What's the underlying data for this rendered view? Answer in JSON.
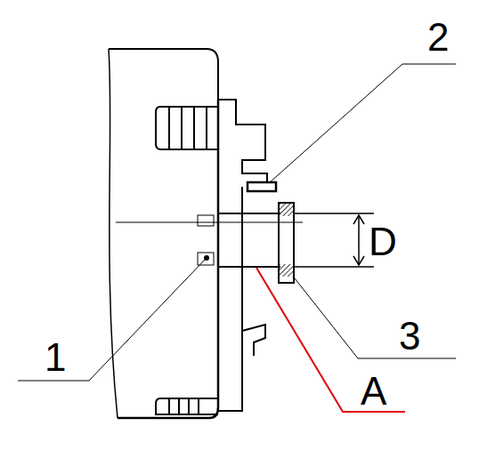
{
  "diagram": {
    "labels": [
      "2",
      "D",
      "1",
      "3",
      "A"
    ]
  }
}
